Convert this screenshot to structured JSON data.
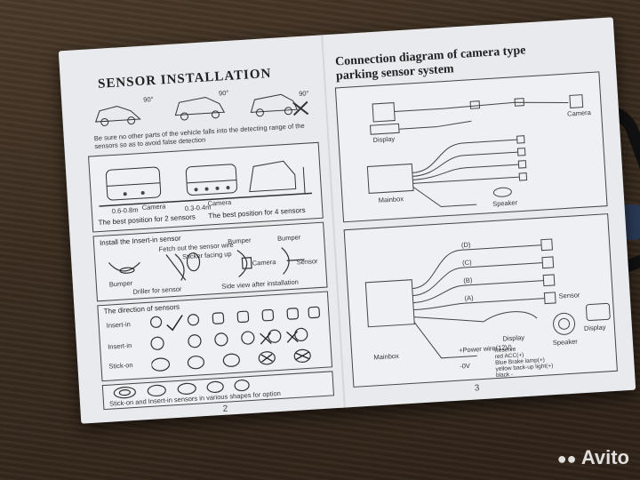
{
  "left_page": {
    "title": "SENSOR INSTALLATION",
    "warning": "Be sure no other parts of the vehicle falls into the detecting range of the sensors so as to avoid false detection",
    "angles": [
      "90°",
      "90°",
      "90°"
    ],
    "positions": {
      "dist_2": "0.6-0.8m",
      "dist_4": "0.3-0.4m",
      "camera_1": "Camera",
      "camera_2": "Camera",
      "caption_2": "The best position for 2 sensors",
      "caption_4": "The best position for 4 sensors"
    },
    "insert": {
      "title": "Install the Insert-in sensor",
      "fetch": "Fetch out the sensor wire",
      "sticker": "Sticker facing up",
      "bumper_1": "Bumper",
      "bumper_2": "Bumper",
      "bumper_3": "Bumper",
      "camera": "Camera",
      "sensor": "Sensor",
      "driller": "Driller for sensor",
      "side_view": "Side view after installation"
    },
    "direction": {
      "title": "The direction of sensors",
      "rows": [
        "Insert-in",
        "Insert-in",
        "Stick-on"
      ]
    },
    "shapes_caption": "Stick-on and Insert-in sensors in various shapes for option",
    "page_number": "2"
  },
  "right_page": {
    "title_line1": "Connection diagram of camera type",
    "title_line2": "parking sensor system",
    "top_labels": {
      "mainbox": "Mainbox",
      "speaker": "Speaker",
      "display": "Display",
      "camera": "Camera"
    },
    "bottom": {
      "channels": [
        "(D)",
        "(C)",
        "(B)",
        "(A)"
      ],
      "sensor": "Sensor",
      "mainbox": "Mainbox",
      "display_1": "Display",
      "display_2": "Display",
      "speaker": "Speaker",
      "power": "+Power wire(12V)",
      "ground": "-0V",
      "wires": [
        "Reserve",
        "red ACC(+)",
        "Blue Brake lamp(+)",
        "yellow back-up light(+)",
        "black -"
      ]
    },
    "page_number": "3"
  },
  "watermark": "Avito"
}
